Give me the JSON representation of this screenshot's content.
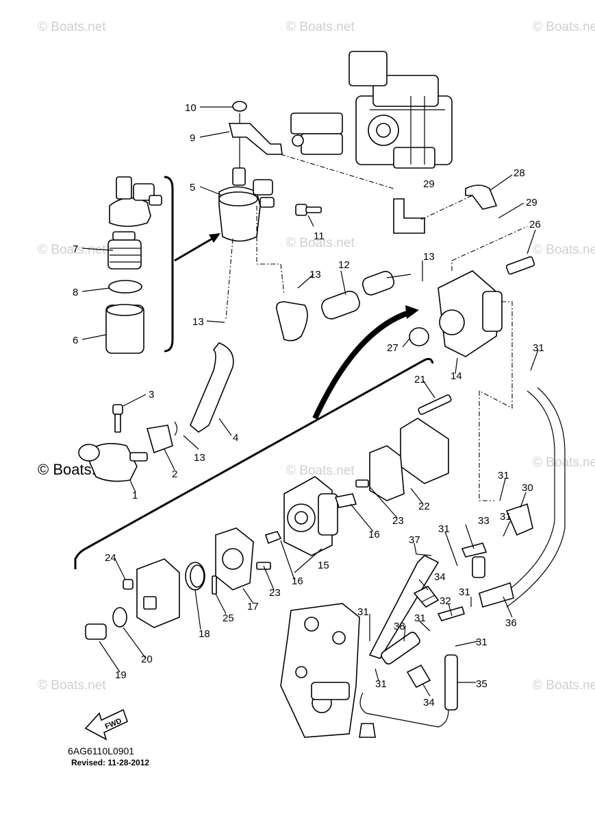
{
  "watermark": "© Boats.net",
  "parts": [
    {
      "no": "1"
    },
    {
      "no": "2"
    },
    {
      "no": "3"
    },
    {
      "no": "4"
    },
    {
      "no": "5"
    },
    {
      "no": "6"
    },
    {
      "no": "7"
    },
    {
      "no": "8"
    },
    {
      "no": "9"
    },
    {
      "no": "10"
    },
    {
      "no": "11"
    },
    {
      "no": "12"
    },
    {
      "no": "13"
    },
    {
      "no": "14"
    },
    {
      "no": "15"
    },
    {
      "no": "16"
    },
    {
      "no": "17"
    },
    {
      "no": "18"
    },
    {
      "no": "19"
    },
    {
      "no": "20"
    },
    {
      "no": "21"
    },
    {
      "no": "22"
    },
    {
      "no": "23"
    },
    {
      "no": "24"
    },
    {
      "no": "25"
    },
    {
      "no": "26"
    },
    {
      "no": "27"
    },
    {
      "no": "28"
    },
    {
      "no": "29"
    },
    {
      "no": "30"
    },
    {
      "no": "31"
    },
    {
      "no": "32"
    },
    {
      "no": "33"
    },
    {
      "no": "34"
    },
    {
      "no": "35"
    },
    {
      "no": "36"
    },
    {
      "no": "37"
    },
    {
      "no": "38"
    }
  ],
  "fwd_label": "FWD",
  "diagram_code": "6AG6110L0901",
  "revised": "Revised: 11-28-2012"
}
